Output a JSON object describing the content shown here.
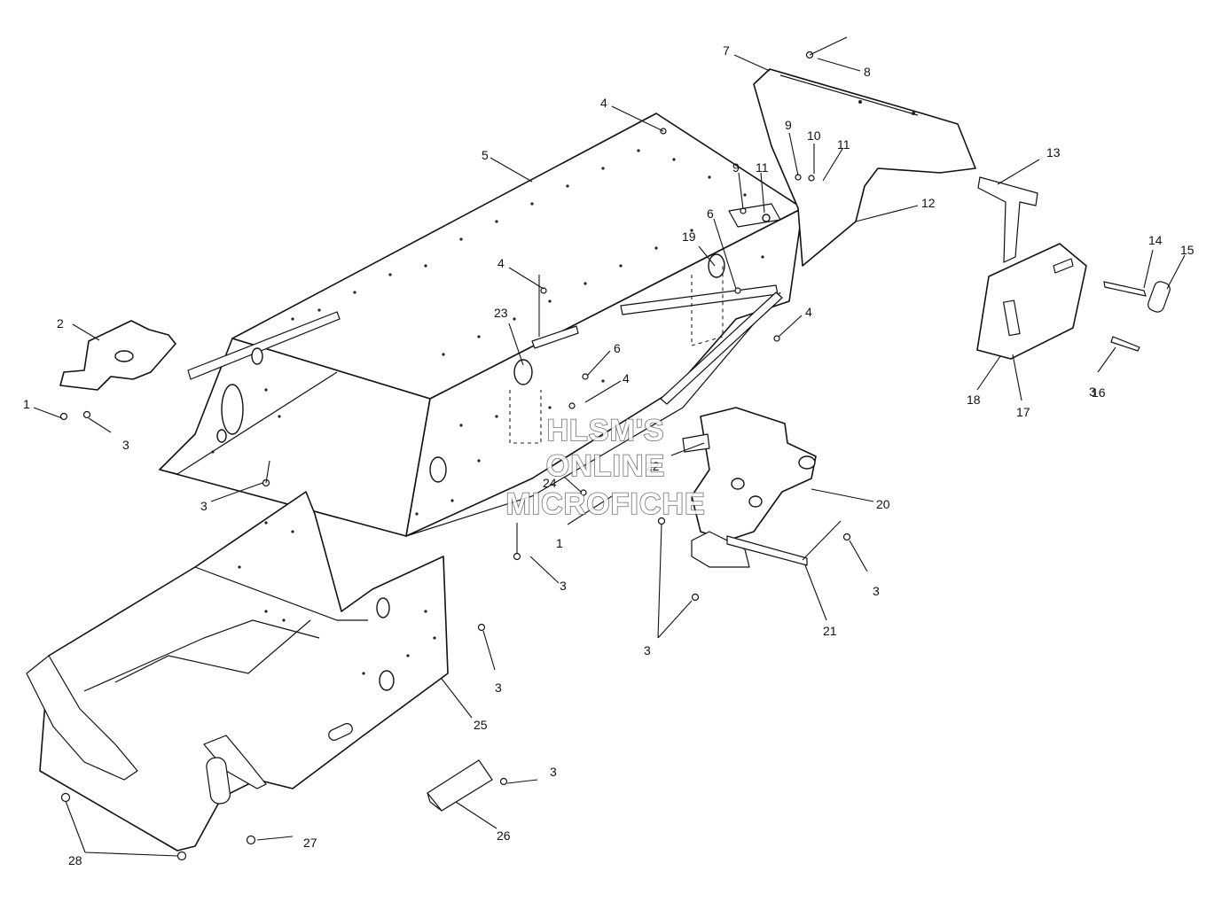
{
  "watermark": {
    "line1": "HLSM'S",
    "line2": "ONLINE",
    "line3": "MICROFICHE"
  },
  "callouts": [
    "1",
    "1",
    "2",
    "3",
    "3",
    "3",
    "3",
    "3",
    "3",
    "3",
    "3",
    "4",
    "4",
    "4",
    "4",
    "5",
    "6",
    "6",
    "7",
    "8",
    "9",
    "9",
    "10",
    "11",
    "11",
    "12",
    "13",
    "14",
    "15",
    "16",
    "17",
    "18",
    "19",
    "20",
    "21",
    "22",
    "23",
    "24",
    "25",
    "26",
    "27",
    "28"
  ]
}
